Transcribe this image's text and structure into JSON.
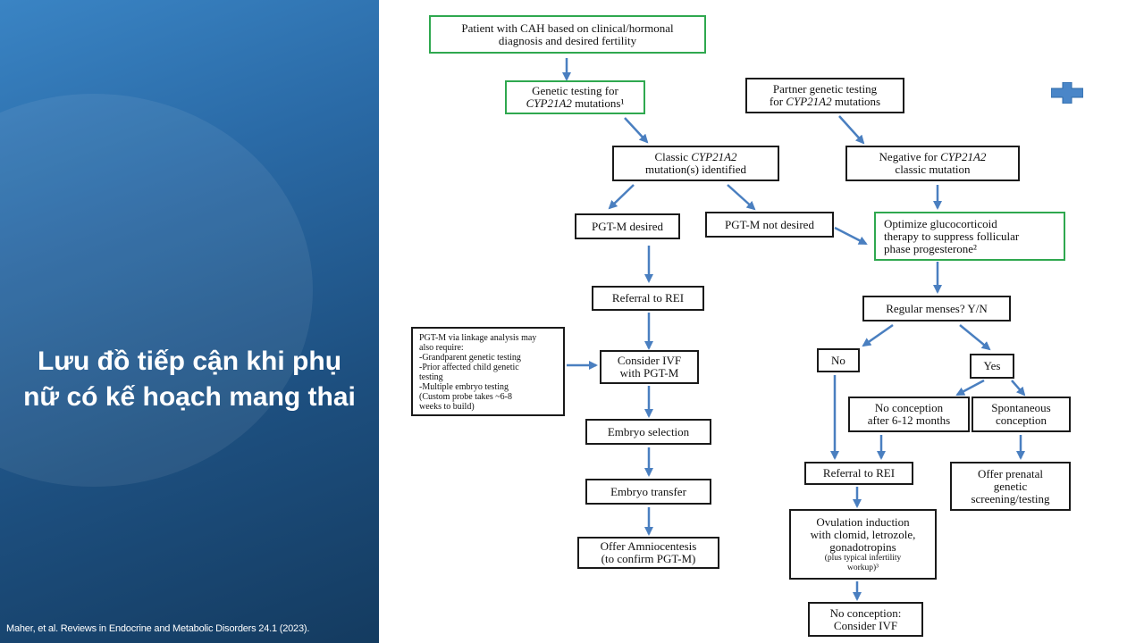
{
  "slide": {
    "title_line1": "Lưu đồ tiếp cận khi phụ",
    "title_line2": "nữ có kế hoạch mang thai",
    "citation": "Maher,  et al. Reviews in Endocrine and Metabolic Disorders 24.1 (2023)."
  },
  "flowchart": {
    "patient": {
      "line1": "Patient with CAH based on clinical/hormonal",
      "line2": "diagnosis and desired fertility"
    },
    "genetic_testing": {
      "line1": "Genetic testing for",
      "gene": "CYP21A2",
      "line2_rest": " mutations¹"
    },
    "partner_testing": {
      "line1": "Partner genetic testing",
      "line2_pre": "for ",
      "gene": "CYP21A2",
      "line2_rest": " mutations"
    },
    "classic_identified": {
      "line1_pre": "Classic ",
      "gene": "CYP21A2",
      "line2": "mutation(s) identified"
    },
    "negative_classic": {
      "line1_pre": "Negative for ",
      "gene": "CYP21A2",
      "line2": "classic mutation"
    },
    "pgtm_desired": "PGT-M desired",
    "pgtm_not_desired": "PGT-M not desired",
    "optimize": {
      "line1": "Optimize glucocorticoid",
      "line2": "therapy to suppress follicular",
      "line3": "phase progesterone²"
    },
    "referral_rei_left": "Referral to REI",
    "regular_menses": "Regular menses? Y/N",
    "pgtm_note": "PGT-M via linkage analysis may\nalso require:\n-Grandparent genetic testing\n-Prior affected child genetic\ntesting\n-Multiple embryo testing\n(Custom probe takes ~6-8\nweeks to build)",
    "consider_ivf_pgtm": {
      "line1": "Consider IVF",
      "line2": "with PGT-M"
    },
    "no": "No",
    "yes": "Yes",
    "no_conception": {
      "line1": "No conception",
      "line2": "after 6-12 months"
    },
    "spontaneous": {
      "line1": "Spontaneous",
      "line2": "conception"
    },
    "embryo_selection": "Embryo selection",
    "referral_rei_right": "Referral to REI",
    "offer_prenatal": {
      "line1": "Offer prenatal",
      "line2": "genetic",
      "line3": "screening/testing"
    },
    "embryo_transfer": "Embryo transfer",
    "ovulation": {
      "line1": "Ovulation induction",
      "line2": "with clomid, letrozole,",
      "line3": "gonadotropins",
      "line4": "(plus typical infertility",
      "line5": "workup)³"
    },
    "amnio": {
      "line1": "Offer Amniocentesis",
      "line2": "(to confirm PGT-M)"
    },
    "no_conception_ivf": {
      "line1": "No conception:",
      "line2": "Consider IVF"
    },
    "icons": {
      "plus": "plus-icon",
      "arrow": "arrow-icon"
    },
    "colors": {
      "green_border": "#2fa84f",
      "arrow": "#4a7fc0",
      "plus": "#4a86c8"
    }
  }
}
